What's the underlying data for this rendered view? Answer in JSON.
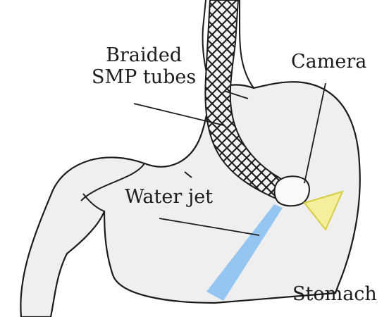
{
  "labels": {
    "braided_line1": "Braided",
    "braided_line2": "SMP tubes",
    "camera": "Camera",
    "water_jet": "Water jet",
    "stomach": "Stomach"
  },
  "colors": {
    "background": "#ffffff",
    "stomach_fill": "#efefef",
    "outline": "#1c1c1c",
    "water_jet": "#8ec3f0",
    "camera_fov": "#f3ef9b",
    "camera_fov_edge": "#d7cd44"
  }
}
